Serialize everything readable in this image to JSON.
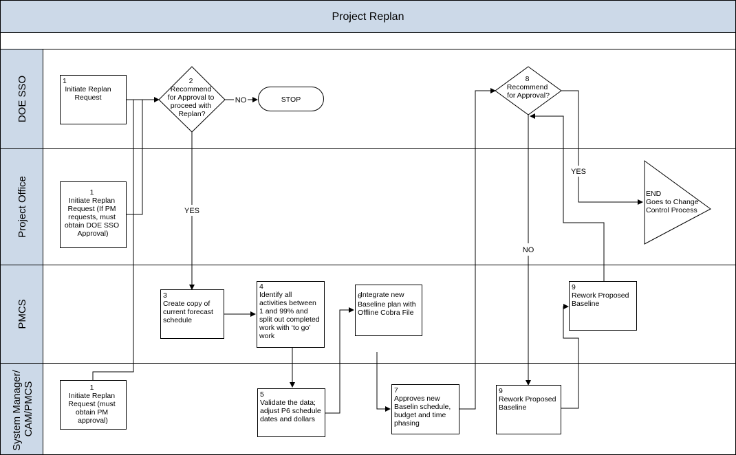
{
  "title": "Project Replan",
  "lanes": [
    "DOE SSO",
    "Project Office",
    "PMCS",
    "System Manager/ CAM/PMCS"
  ],
  "lane_lines": {
    "system_manager_1": "System Manager/",
    "system_manager_2": "CAM/PMCS"
  },
  "nodes": {
    "n1_doe": {
      "num": "1",
      "lines": [
        "Initiate Replan",
        "Request"
      ]
    },
    "n1_po": {
      "num": "1",
      "lines": [
        "Initiate Replan",
        "Request (If PM",
        "requests, must",
        "obtain DOE SSO",
        "Approval)"
      ]
    },
    "n1_sm": {
      "num": "1",
      "lines": [
        "Initiate Replan",
        "Request (must",
        "obtain PM",
        "approval)"
      ]
    },
    "d2": {
      "num": "2",
      "lines": [
        "Recommend",
        "for Approval to",
        "proceed with",
        "Replan?"
      ]
    },
    "stop": {
      "label": "STOP"
    },
    "n3": {
      "num": "3",
      "lines": [
        "Create copy of",
        "current forecast",
        "schedule"
      ]
    },
    "n4": {
      "num": "4",
      "lines": [
        "Identify all",
        "activities between",
        "1 and 99% and",
        "split out completed",
        "work with ‘to go’",
        "work"
      ]
    },
    "n5": {
      "num": "5",
      "lines": [
        "Validate the data;",
        "adjust P6 schedule",
        "dates and dollars"
      ]
    },
    "n6": {
      "num": "6",
      "lines": [
        "Integrate new",
        "Baseline plan with",
        "Offline Cobra File"
      ]
    },
    "n7": {
      "num": "7",
      "lines": [
        "Approves new",
        "Baselin schedule,",
        "budget and time",
        "phasing"
      ]
    },
    "d8": {
      "num": "8",
      "lines": [
        "Recommend",
        "for Approval?"
      ]
    },
    "n9_pmcs": {
      "num": "9",
      "lines": [
        "Rework Proposed",
        "Baseline"
      ]
    },
    "n9_sm": {
      "num": "9",
      "lines": [
        "Rework Proposed",
        "Baseline"
      ]
    },
    "end": {
      "lines": [
        "END",
        "Goes to Change",
        "Control Process"
      ]
    }
  },
  "edge_labels": {
    "no_stop": "NO",
    "yes_2": "YES",
    "yes_8": "YES",
    "no_8": "NO"
  }
}
